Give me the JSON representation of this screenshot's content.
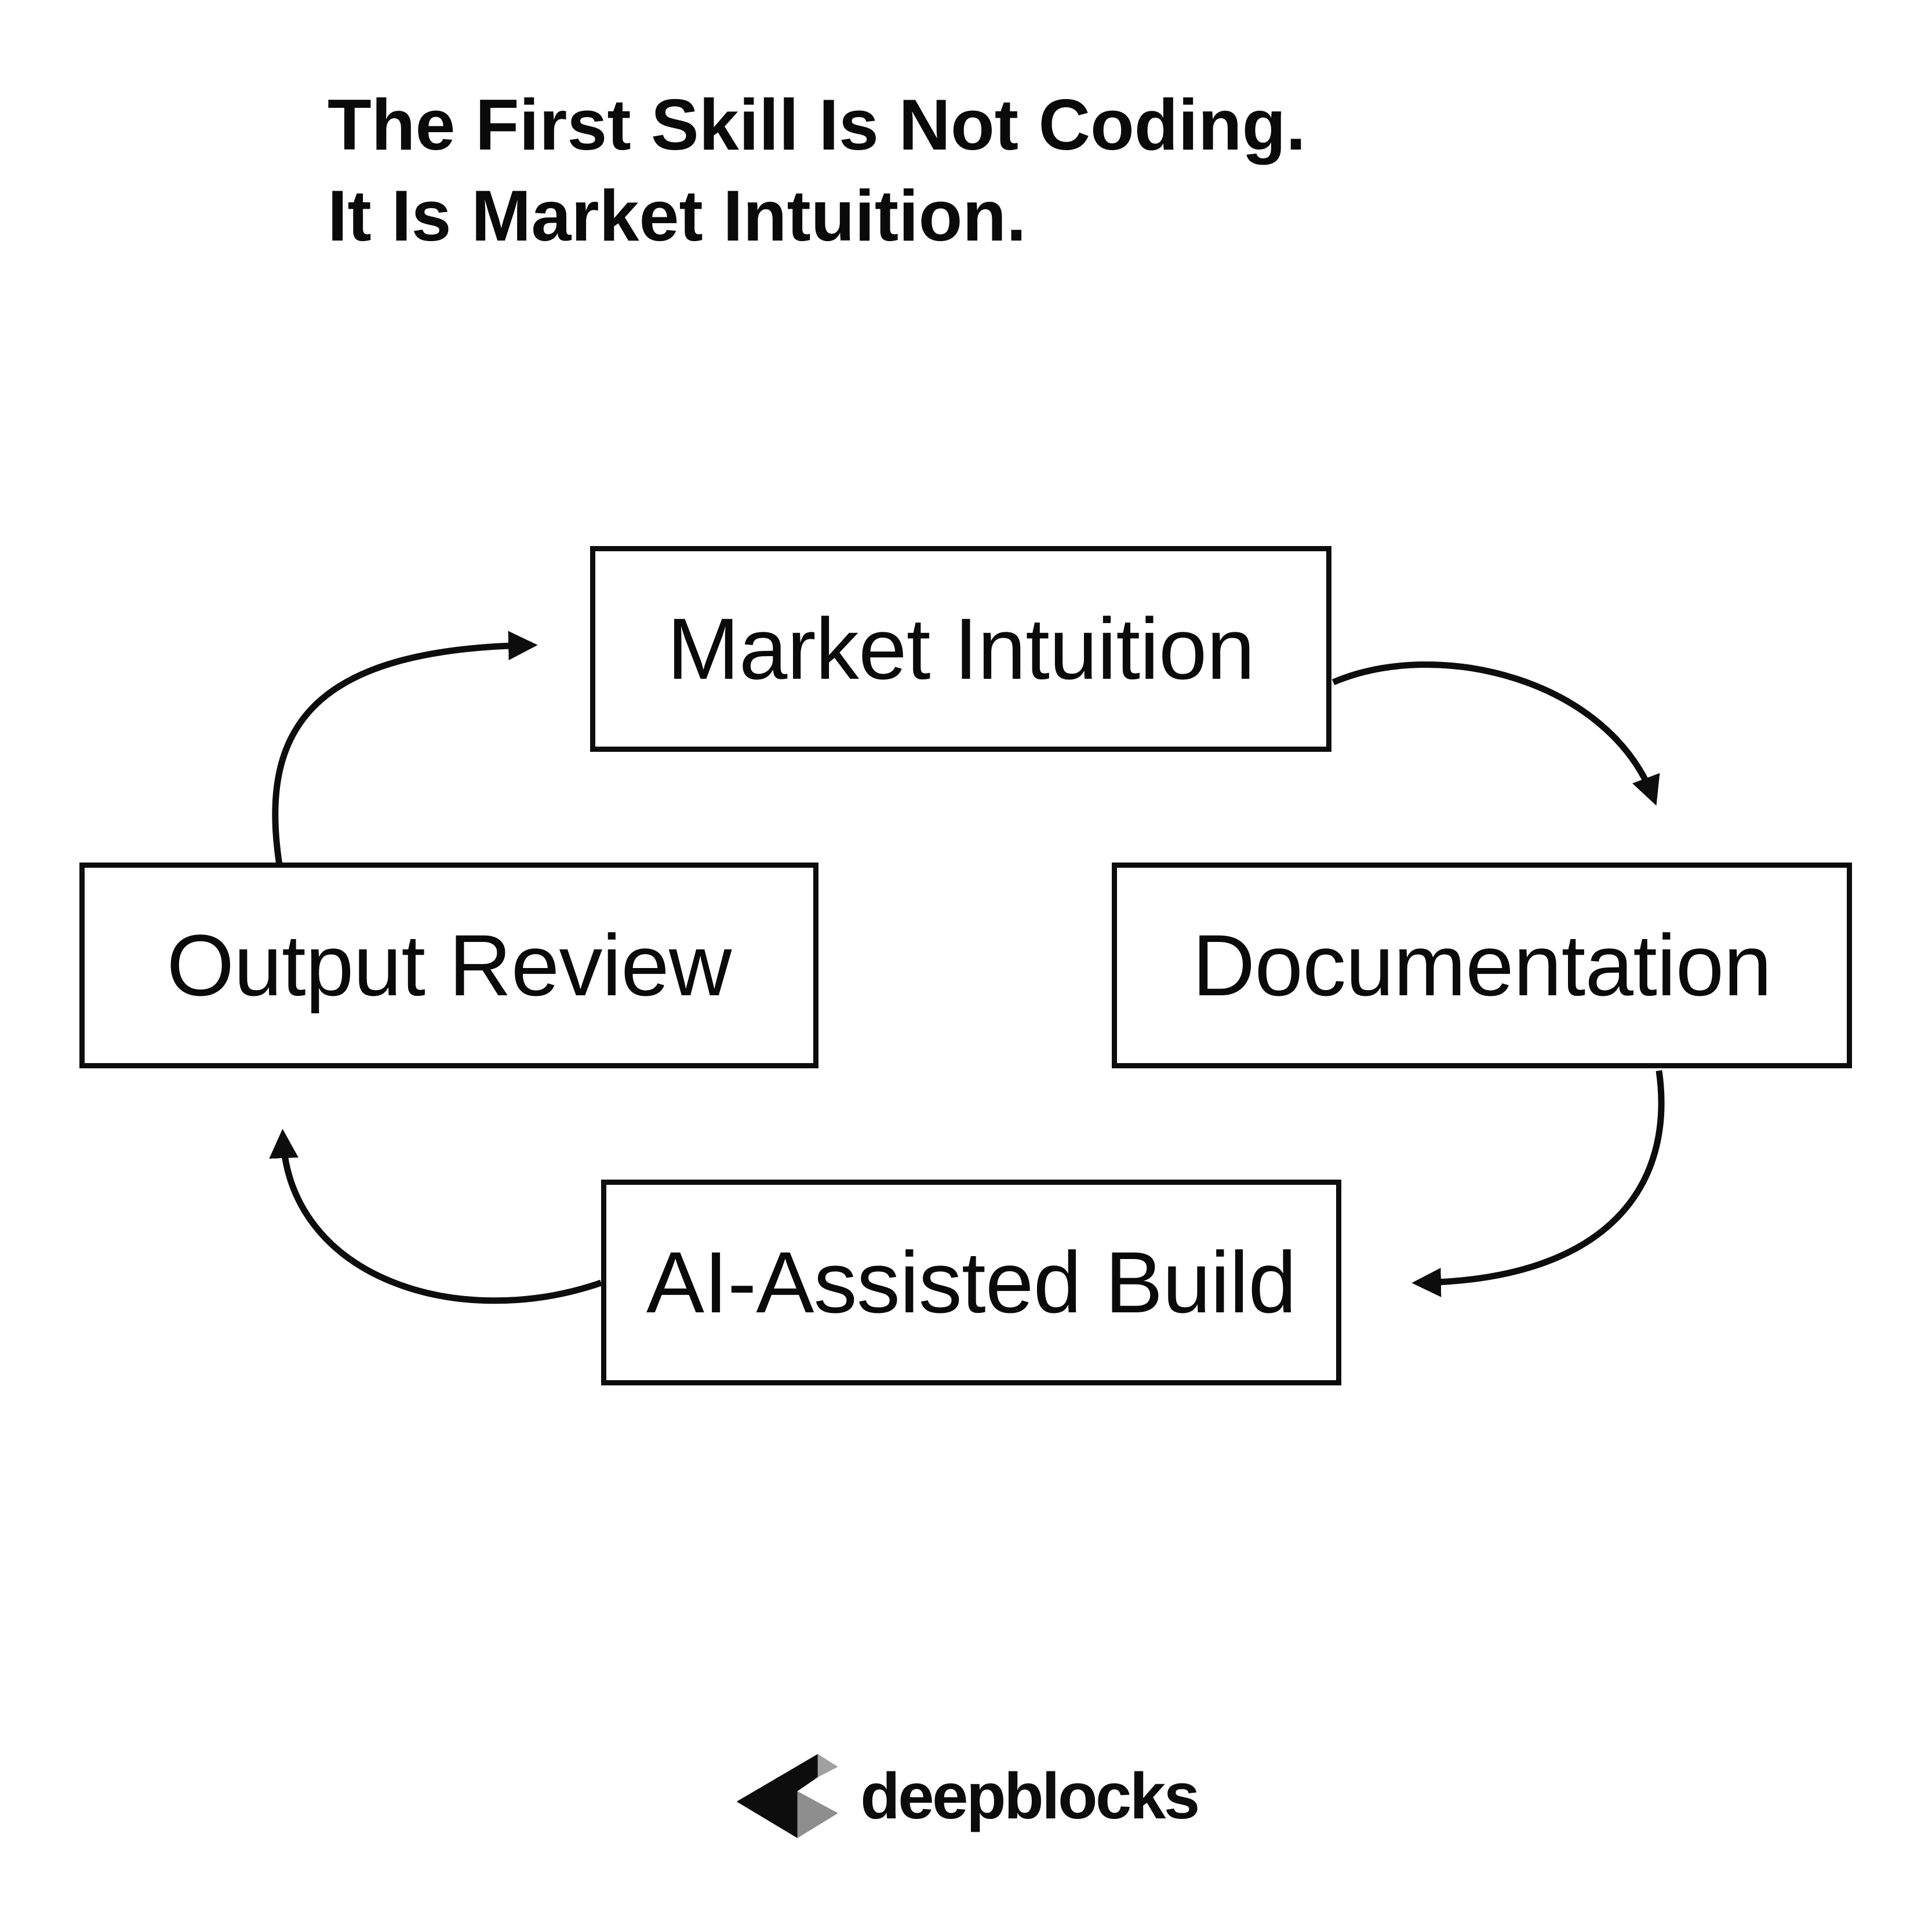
{
  "title": {
    "line1": "The First Skill Is Not Coding.",
    "line2": "It Is Market Intuition."
  },
  "diagram": {
    "type": "cycle",
    "nodes": [
      {
        "id": "market-intuition",
        "label": "Market Intuition"
      },
      {
        "id": "documentation",
        "label": "Documentation"
      },
      {
        "id": "ai-assisted-build",
        "label": "AI-Assisted Build"
      },
      {
        "id": "output-review",
        "label": "Output Review"
      }
    ],
    "arrows": [
      {
        "from": "market-intuition",
        "to": "documentation"
      },
      {
        "from": "documentation",
        "to": "ai-assisted-build"
      },
      {
        "from": "ai-assisted-build",
        "to": "output-review"
      },
      {
        "from": "output-review",
        "to": "market-intuition"
      }
    ]
  },
  "footer": {
    "logo_text": "deepblocks"
  },
  "colors": {
    "background": "#ffffff",
    "ink": "#0d0d0d",
    "logo_gray_light": "#a0a0a0",
    "logo_gray_dark": "#8e8e8e"
  }
}
